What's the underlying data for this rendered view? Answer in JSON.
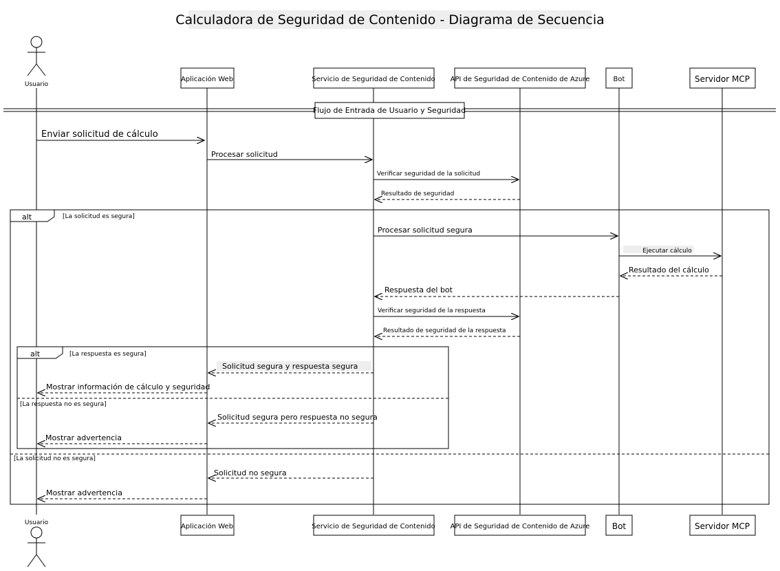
{
  "title": "Calculadora de Seguridad de Contenido - Diagrama de Secuencia",
  "participants": {
    "usuario": "Usuario",
    "webapp": "Aplicación Web",
    "servicio": "Servicio de Seguridad de Contenido",
    "azure": "API de Seguridad de Contenido de Azure",
    "bot": "Bot",
    "mcp": "Servidor MCP"
  },
  "section": "Flujo de Entrada de Usuario y Seguridad",
  "messages": {
    "m1": "Enviar solicitud de cálculo",
    "m2": "Procesar solicitud",
    "m3": "Verificar seguridad de la solicitud",
    "m4": "Resultado de seguridad",
    "m5": "Procesar solicitud segura",
    "m6": "Ejecutar cálculo",
    "m7": "Resultado del cálculo",
    "m8": "Respuesta del bot",
    "m9": "Verificar seguridad de la respuesta",
    "m10": "Resultado de seguridad de la respuesta",
    "m11": "Solicitud segura y respuesta segura",
    "m12": "Mostrar información de cálculo y seguridad",
    "m13": "Solicitud segura pero respuesta no segura",
    "m14": "Mostrar advertencia",
    "m15": "Solicitud no segura",
    "m16": "Mostrar advertencia"
  },
  "fragments": {
    "outer_label": "alt",
    "outer_guard": "[La solicitud es segura]",
    "outer_else": "[La solicitud no es segura]",
    "inner_label": "alt",
    "inner_guard": "[La respuesta es segura]",
    "inner_else": "[La respuesta no es segura]"
  }
}
